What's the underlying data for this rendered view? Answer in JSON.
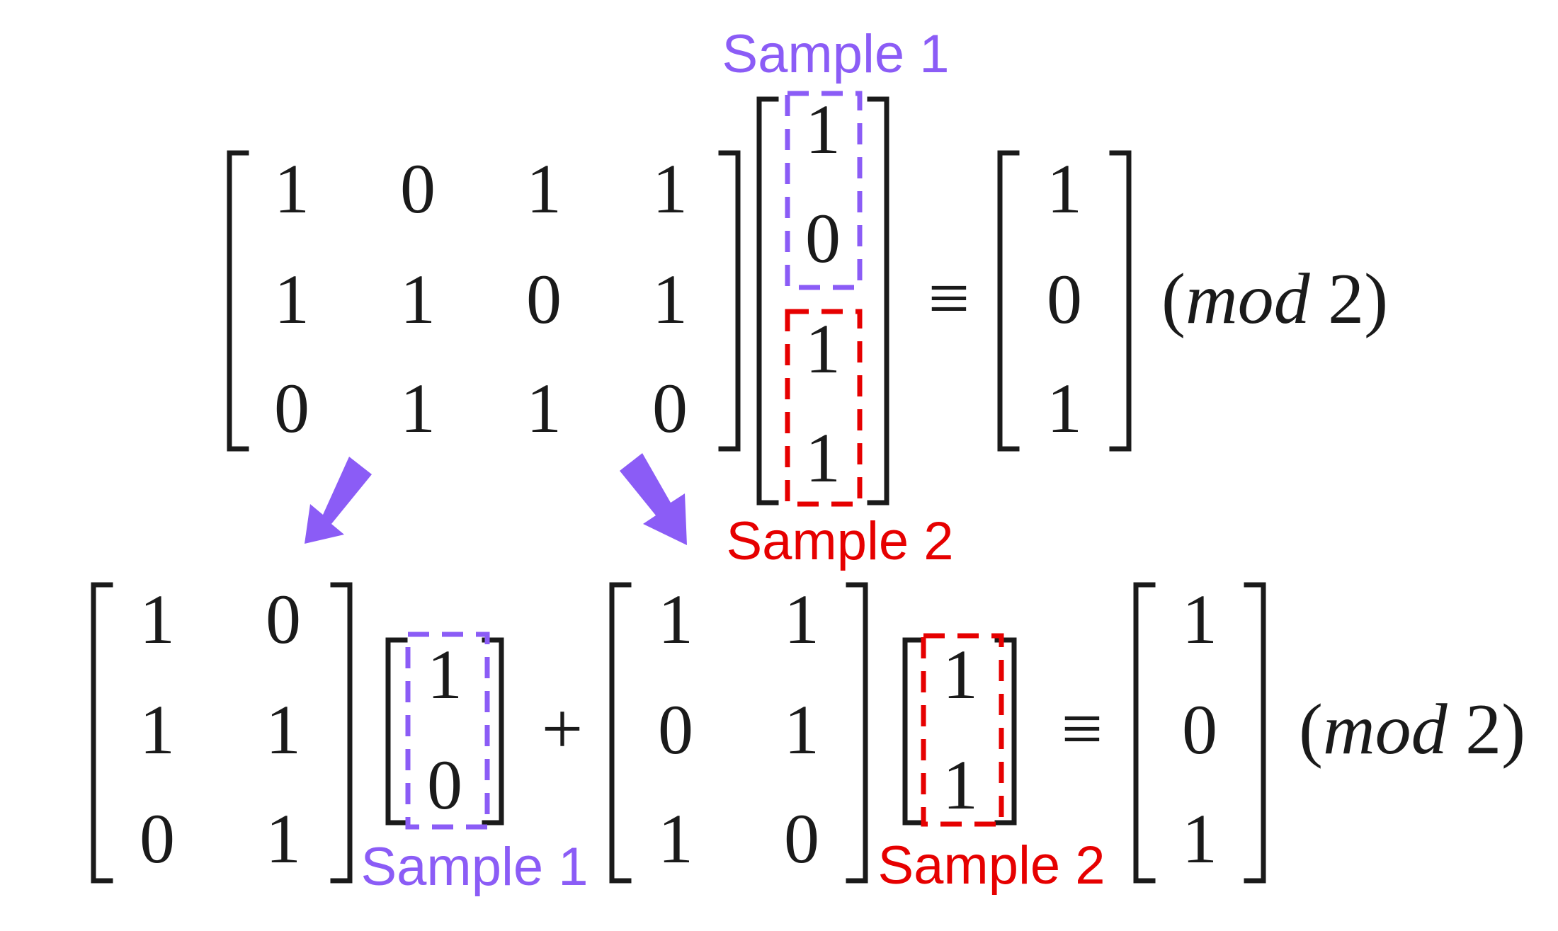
{
  "colors": {
    "sample1": "#8b5cf6",
    "sample2": "#e60000",
    "arrow": "#8b5cf6",
    "ink": "#1a1a1a"
  },
  "top": {
    "matrix": [
      [
        "1",
        "0",
        "1",
        "1"
      ],
      [
        "1",
        "1",
        "0",
        "1"
      ],
      [
        "0",
        "1",
        "1",
        "0"
      ]
    ],
    "vector": [
      "1",
      "0",
      "1",
      "1"
    ],
    "equiv": "≡",
    "result": [
      "1",
      "0",
      "1"
    ],
    "mod_open": "(",
    "mod_word": "mod",
    "mod_num": " 2)",
    "sample1_label": "Sample 1",
    "sample2_label": "Sample 2"
  },
  "bottom": {
    "matrix_a": [
      [
        "1",
        "0"
      ],
      [
        "1",
        "1"
      ],
      [
        "0",
        "1"
      ]
    ],
    "vector_a": [
      "1",
      "0"
    ],
    "plus": "+",
    "matrix_b": [
      [
        "1",
        "1"
      ],
      [
        "0",
        "1"
      ],
      [
        "1",
        "0"
      ]
    ],
    "vector_b": [
      "1",
      "1"
    ],
    "equiv": "≡",
    "result": [
      "1",
      "0",
      "1"
    ],
    "mod_open": "(",
    "mod_word": "mod",
    "mod_num": " 2)",
    "sample1_label": "Sample 1",
    "sample2_label": "Sample 2"
  },
  "arrows": [
    "arrow-down-left-icon",
    "arrow-down-right-icon"
  ]
}
